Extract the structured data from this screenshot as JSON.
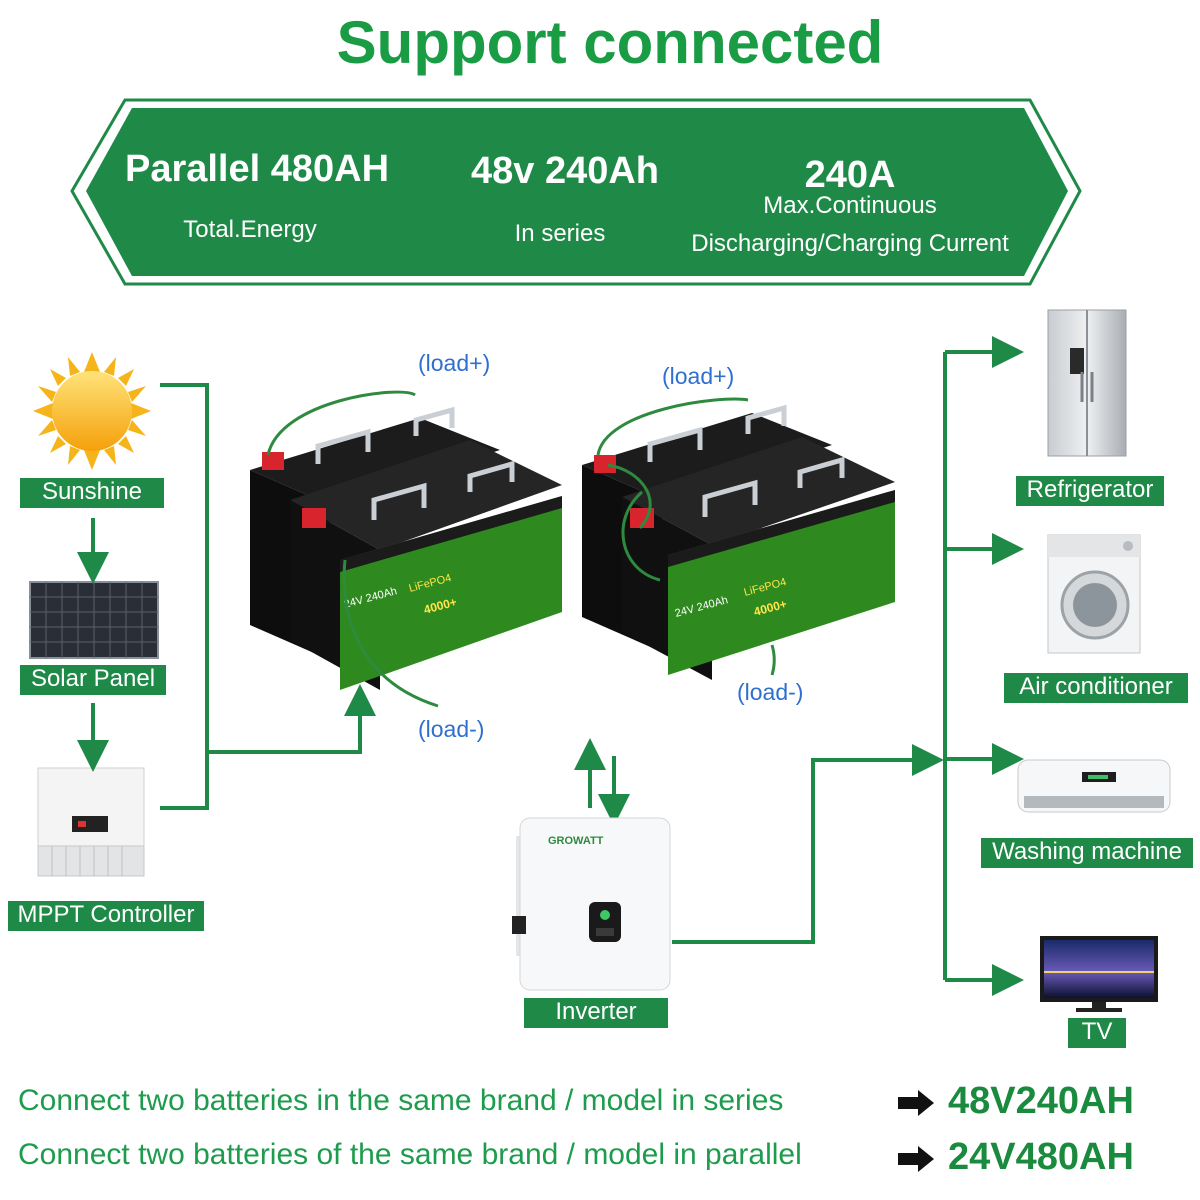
{
  "title": "Support connected",
  "banner": {
    "spec1_value": "Parallel 480AH",
    "spec1_label": "Total.Energy",
    "spec2_value": "48v 240Ah",
    "spec2_label": "In series",
    "spec3_value": "240A",
    "spec3_label_line1": "Max.Continuous",
    "spec3_label_line2": "Discharging/Charging Current"
  },
  "sources": {
    "sunshine": "Sunshine",
    "solar_panel": "Solar Panel",
    "mppt": "MPPT Controller"
  },
  "batteries": {
    "left_load_plus": "(load+)",
    "left_load_minus": "(load-)",
    "right_load_plus": "(load+)",
    "right_load_minus": "(load-)",
    "label_model": "24V 240Ah",
    "label_chem": "LiFePO4",
    "label_cycles": "4000+"
  },
  "inverter": {
    "label": "Inverter",
    "brand": "GROWATT"
  },
  "appliances": {
    "refrigerator": "Refrigerator",
    "air_conditioner": "Air conditioner",
    "washing_machine": "Washing machine",
    "tv": "TV"
  },
  "notes": [
    {
      "text": "Connect two batteries in the same brand / model in series",
      "result": "48V240AH"
    },
    {
      "text": "Connect two batteries of the same brand / model in parallel",
      "result": "24V480AH"
    }
  ],
  "colors": {
    "brand_green": "#1f8a48",
    "title_green": "#1a9c45",
    "wire_label_blue": "#2f6fcf"
  }
}
